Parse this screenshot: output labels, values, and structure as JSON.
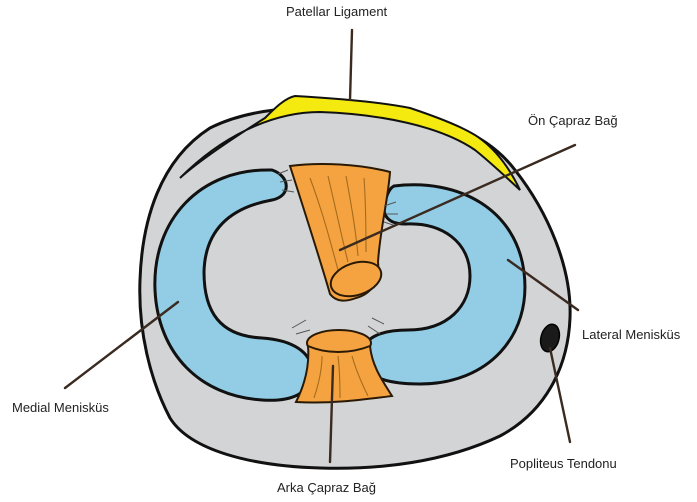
{
  "labels": {
    "patellar_ligament": "Patellar Ligament",
    "on_capraz_bag": "Ön Çapraz Bağ",
    "lateral_meniskus": "Lateral Menisküs",
    "medial_meniskus": "Medial Menisküs",
    "popliteus_tendonu": "Popliteus Tendonu",
    "arka_capraz_bag": "Arka Çapraz Bağ"
  },
  "colors": {
    "tibial_plateau": "#d3d4d6",
    "meniscus": "#92cde5",
    "cruciate_ligament": "#f5a340",
    "patellar_ligament": "#f4ea10",
    "outline": "#111111",
    "leader_line": "#3a2a20",
    "popliteus": "#1a1a1a"
  }
}
